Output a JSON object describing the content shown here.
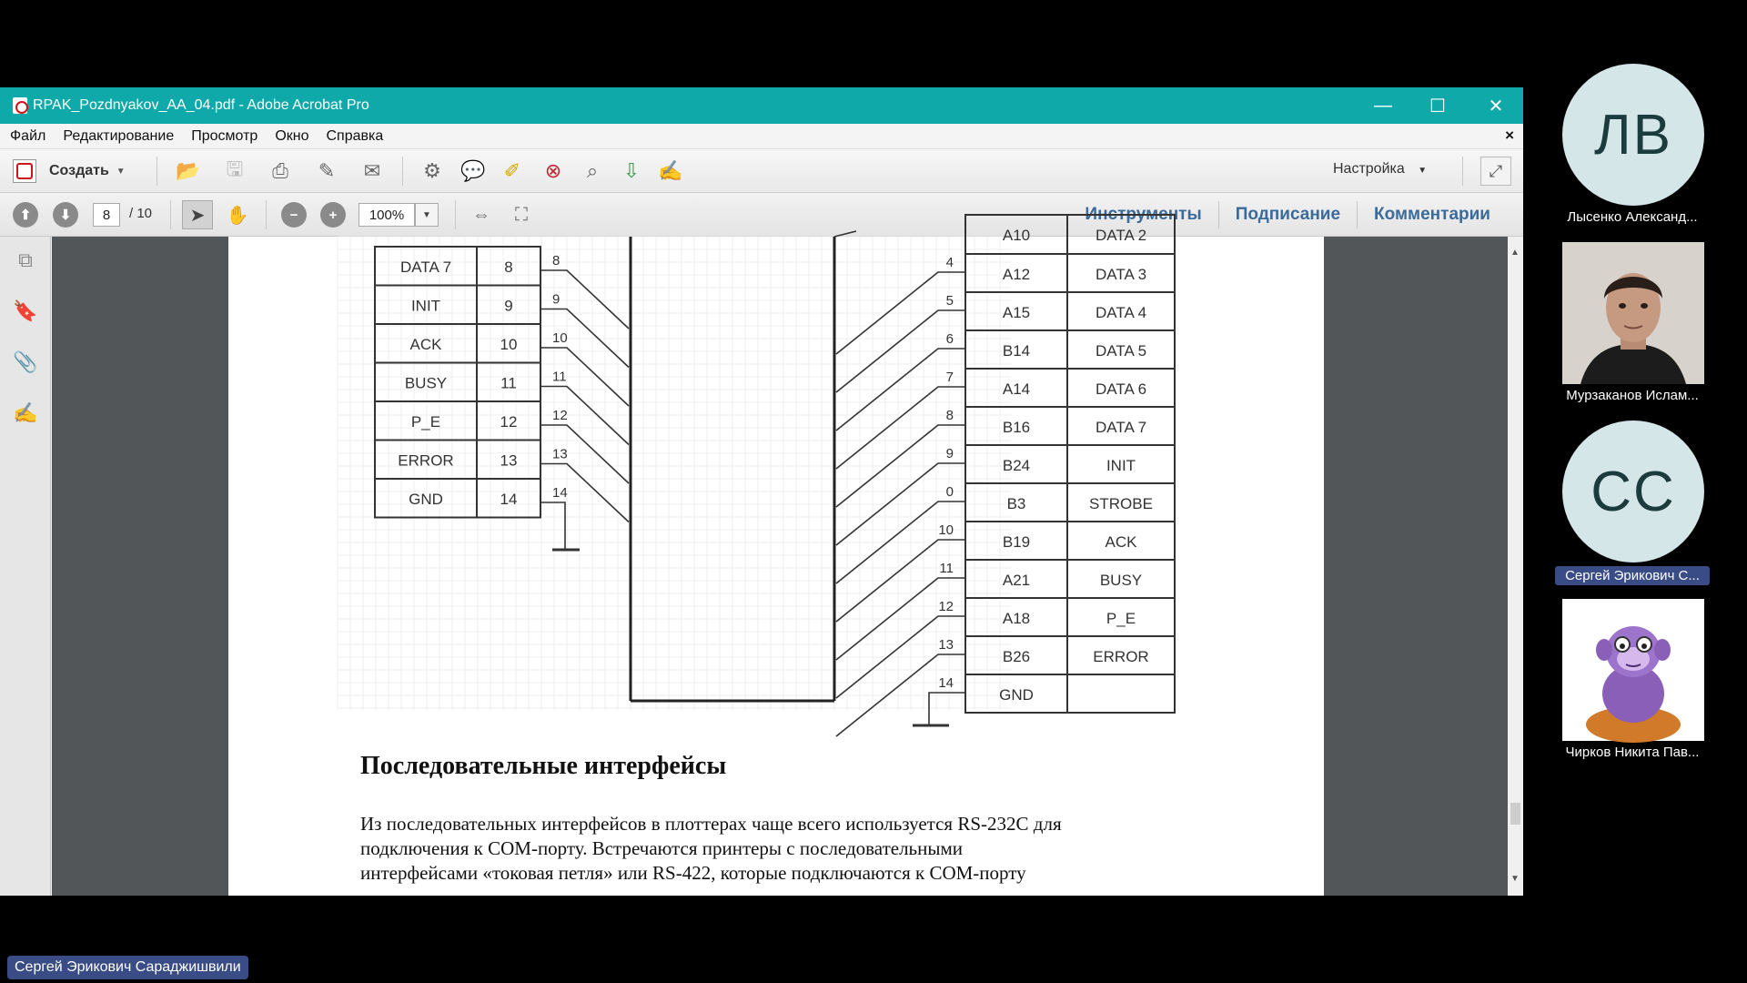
{
  "window": {
    "title": "RPAK_Pozdnyakov_AA_04.pdf - Adobe Acrobat Pro",
    "minimize": "—",
    "maximize": "☐",
    "close": "✕"
  },
  "menu": [
    "Файл",
    "Редактирование",
    "Просмотр",
    "Окно",
    "Справка"
  ],
  "menu_close": "×",
  "toolbar": {
    "create_label": "Создать",
    "settings_label": "Настройка"
  },
  "navigation": {
    "current_page": "8",
    "total_pages": "/ 10",
    "zoom": "100%"
  },
  "panes": [
    "Инструменты",
    "Подписание",
    "Комментарии"
  ],
  "schematic": {
    "left_table": [
      {
        "signal": "DATA 7",
        "pin": "8",
        "wire": "8"
      },
      {
        "signal": "INIT",
        "pin": "9",
        "wire": "9"
      },
      {
        "signal": "ACK",
        "pin": "10",
        "wire": "10"
      },
      {
        "signal": "BUSY",
        "pin": "11",
        "wire": "11"
      },
      {
        "signal": "P_E",
        "pin": "12",
        "wire": "12"
      },
      {
        "signal": "ERROR",
        "pin": "13",
        "wire": "13"
      },
      {
        "signal": "GND",
        "pin": "14",
        "wire": "14"
      }
    ],
    "right_partial": {
      "pin": "A10",
      "signal": "DATA 2"
    },
    "right_table": [
      {
        "wire": "4",
        "pin": "A12",
        "signal": "DATA 3"
      },
      {
        "wire": "5",
        "pin": "A15",
        "signal": "DATA 4"
      },
      {
        "wire": "6",
        "pin": "B14",
        "signal": "DATA 5"
      },
      {
        "wire": "7",
        "pin": "A14",
        "signal": "DATA 6"
      },
      {
        "wire": "8",
        "pin": "B16",
        "signal": "DATA 7"
      },
      {
        "wire": "9",
        "pin": "B24",
        "signal": "INIT"
      },
      {
        "wire": "0",
        "pin": "B3",
        "signal": "STROBE"
      },
      {
        "wire": "10",
        "pin": "B19",
        "signal": "ACK"
      },
      {
        "wire": "11",
        "pin": "A21",
        "signal": "BUSY"
      },
      {
        "wire": "12",
        "pin": "A18",
        "signal": "P_E"
      },
      {
        "wire": "13",
        "pin": "B26",
        "signal": "ERROR"
      },
      {
        "wire": "14",
        "pin": "GND",
        "signal": ""
      }
    ]
  },
  "document": {
    "heading": "Последовательные интерфейсы",
    "paragraph_lines": [
      "Из последовательных интерфейсов в плоттерах чаще всего используется RS-232C для",
      "подключения к COM-порту. Встречаются принтеры с последовательными",
      "интерфейсами «токовая петля» или RS-422, которые подключаются к COM-порту"
    ]
  },
  "participants": [
    {
      "initials": "ЛВ",
      "name": "Лысенко Александ...",
      "avatar_color": "#d5e6e8",
      "highlighted": false
    },
    {
      "initials": "",
      "name": "Мурзаканов Ислам...",
      "avatar_color": "#c9b9a8",
      "highlighted": false
    },
    {
      "initials": "СС",
      "name": "Сергей Эрикович С...",
      "avatar_color": "#d5e6e8",
      "highlighted": true
    },
    {
      "initials": "",
      "name": "Чирков Никита Пав...",
      "avatar_color": "#ffffff",
      "highlighted": false
    }
  ],
  "active_speaker": "Сергей Эрикович Сараджишвили",
  "colors": {
    "titlebar": "#10a9a9",
    "pane_link": "#3b6b9a",
    "speaker_badge": "#3a4c86"
  }
}
